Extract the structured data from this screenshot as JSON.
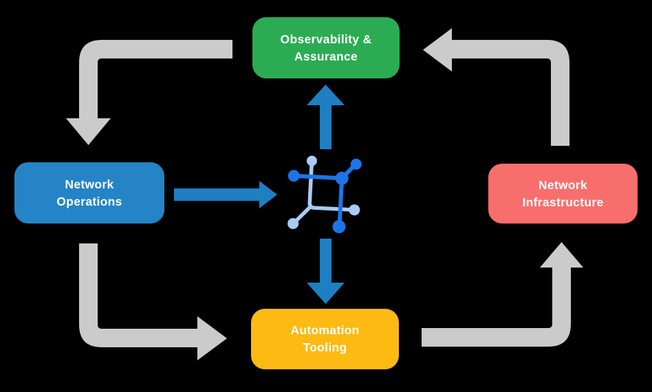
{
  "colors": {
    "background": "#000000",
    "gray_arrow": "#CBCBCB",
    "blue_arrow": "#1E7FC2",
    "node_green": "#2BAC52",
    "node_blue": "#2484C6",
    "node_red": "#F86E6C",
    "node_yellow": "#FCBA12",
    "icon_dark": "#1C74E8",
    "icon_light": "#A9CBF6",
    "label_text": "#FFFFFF"
  },
  "nodes": [
    {
      "id": "observability-assurance",
      "lines": [
        "Observability &",
        "Assurance"
      ],
      "color_key": "node_green"
    },
    {
      "id": "network-operations",
      "lines": [
        "Network",
        "Operations"
      ],
      "color_key": "node_blue"
    },
    {
      "id": "network-infrastructure",
      "lines": [
        "Network",
        "Infrastructure"
      ],
      "color_key": "node_red"
    },
    {
      "id": "automation-tooling",
      "lines": [
        "Automation",
        "Tooling"
      ],
      "color_key": "node_yellow"
    }
  ],
  "icon": {
    "name": "network-fabric-icon"
  },
  "arrows": [
    {
      "id": "observability-to-operations",
      "style": "gray",
      "shape": "elbow-down"
    },
    {
      "id": "operations-to-automation",
      "style": "gray",
      "shape": "elbow-right"
    },
    {
      "id": "automation-to-infrastructure",
      "style": "gray",
      "shape": "elbow-up"
    },
    {
      "id": "infrastructure-to-observability",
      "style": "gray",
      "shape": "elbow-left"
    },
    {
      "id": "operations-to-icon",
      "style": "blue",
      "shape": "straight-right"
    },
    {
      "id": "icon-to-observability",
      "style": "blue",
      "shape": "straight-up"
    },
    {
      "id": "icon-to-automation",
      "style": "blue",
      "shape": "straight-down"
    }
  ]
}
